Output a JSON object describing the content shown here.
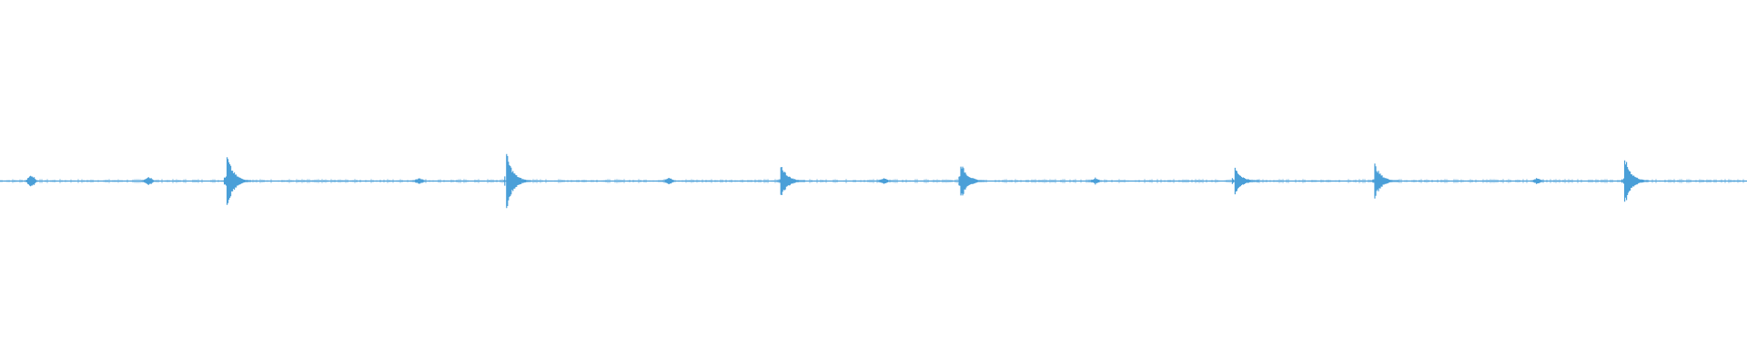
{
  "waveform": {
    "color": "#4a9fd8",
    "peaks": [
      {
        "time": 0.018,
        "amplitude": 0.02,
        "shape": "blip"
      },
      {
        "time": 0.085,
        "amplitude": 0.015,
        "shape": "blip"
      },
      {
        "time": 0.13,
        "amplitude": 0.075,
        "shape": "transient"
      },
      {
        "time": 0.24,
        "amplitude": 0.01,
        "shape": "blip"
      },
      {
        "time": 0.29,
        "amplitude": 0.08,
        "shape": "transient"
      },
      {
        "time": 0.383,
        "amplitude": 0.01,
        "shape": "blip"
      },
      {
        "time": 0.447,
        "amplitude": 0.05,
        "shape": "transient"
      },
      {
        "time": 0.506,
        "amplitude": 0.01,
        "shape": "blip"
      },
      {
        "time": 0.55,
        "amplitude": 0.055,
        "shape": "transient"
      },
      {
        "time": 0.627,
        "amplitude": 0.01,
        "shape": "blip"
      },
      {
        "time": 0.707,
        "amplitude": 0.04,
        "shape": "transient"
      },
      {
        "time": 0.787,
        "amplitude": 0.05,
        "shape": "transient"
      },
      {
        "time": 0.88,
        "amplitude": 0.01,
        "shape": "blip"
      },
      {
        "time": 0.93,
        "amplitude": 0.07,
        "shape": "transient"
      }
    ],
    "noise_amplitude": 0.006
  }
}
